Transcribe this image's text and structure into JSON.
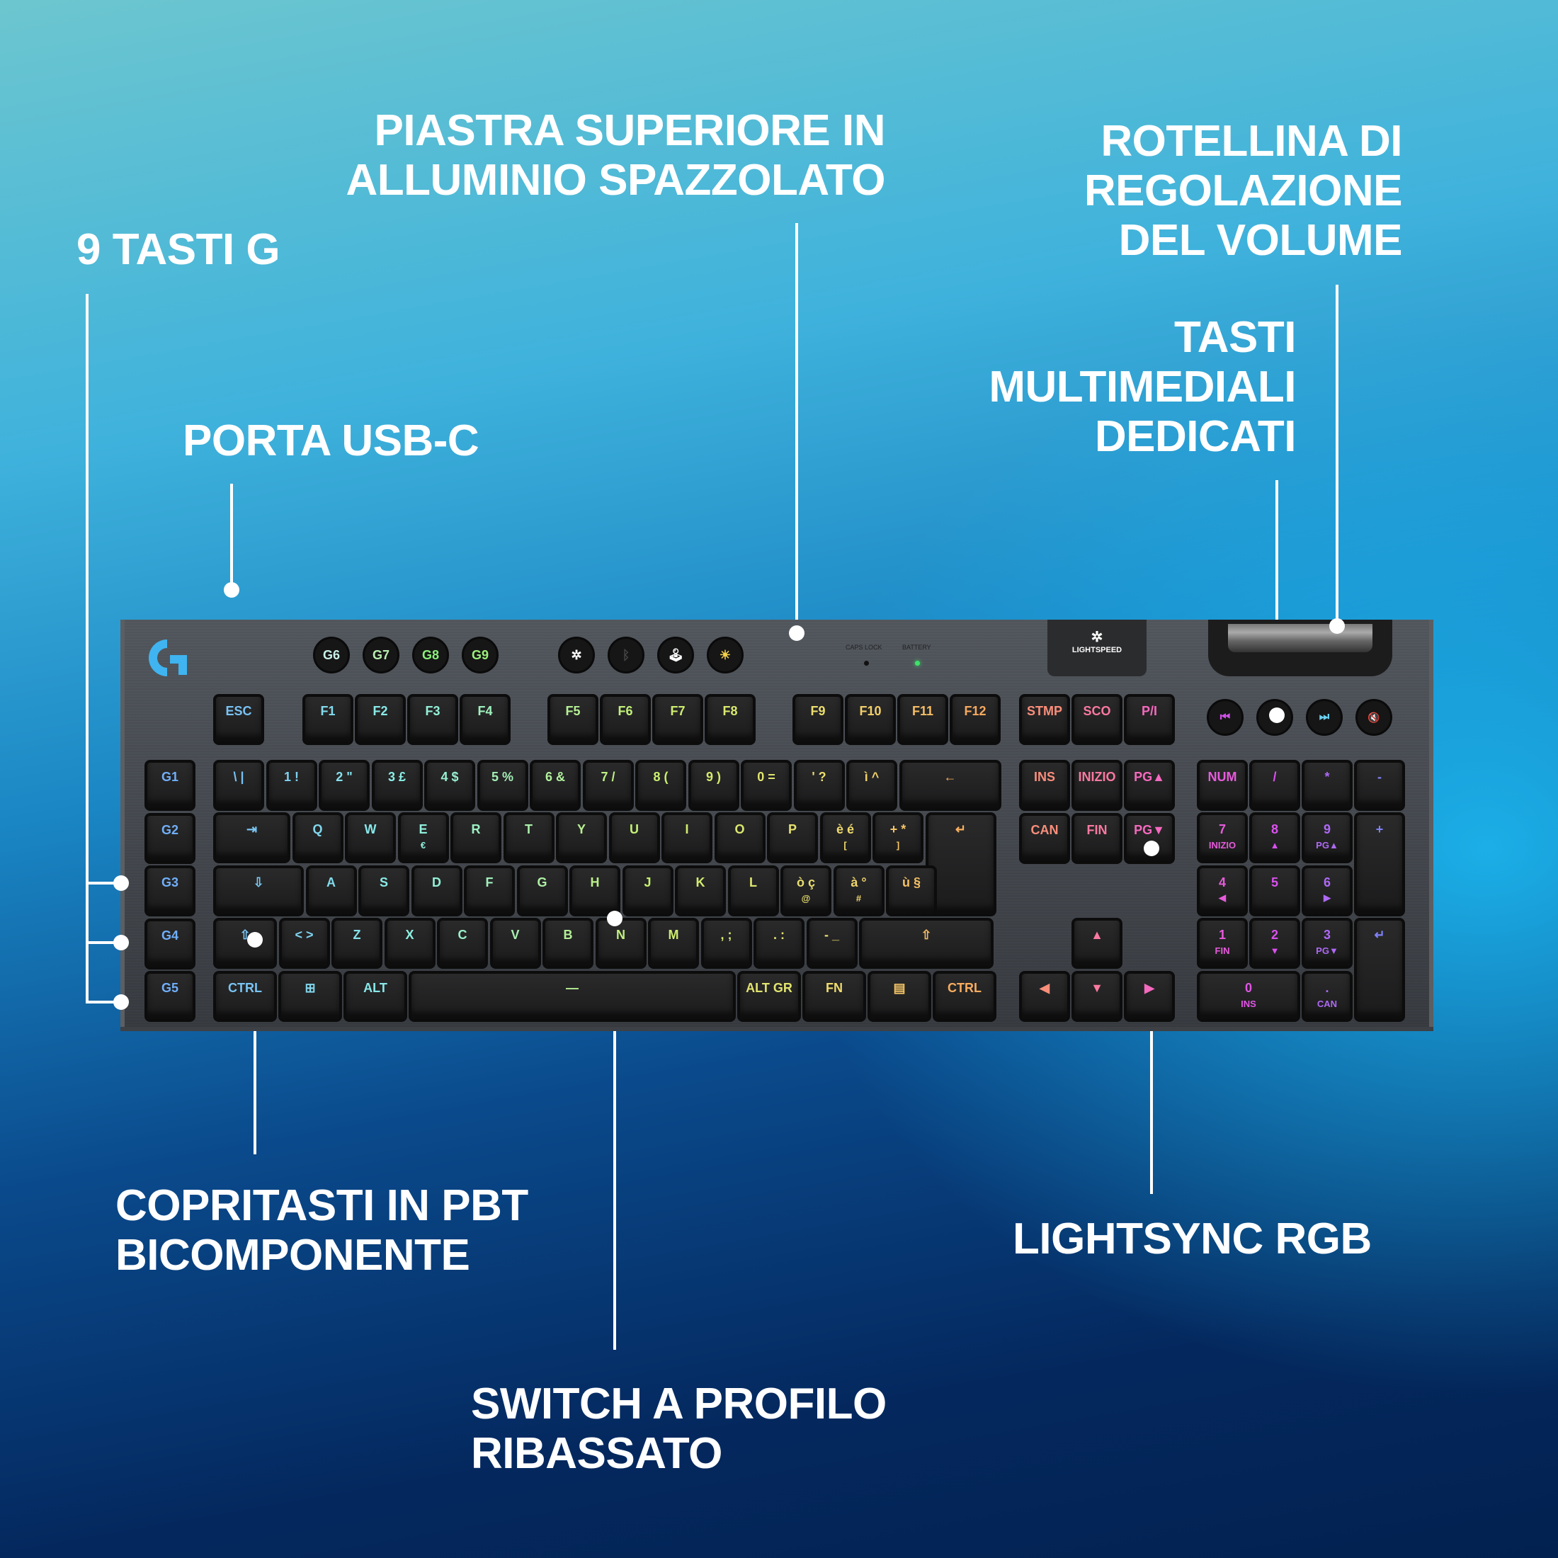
{
  "callouts": {
    "g_keys": "9 TASTI G",
    "top_plate": "PIASTRA SUPERIORE IN\nALLUMINIO SPAZZOLATO",
    "volume_wheel": "ROTELLINA DI\nREGOLAZIONE\nDEL VOLUME",
    "media_keys": "TASTI\nMULTIMEDIALI\nDEDICATI",
    "usb_port": "PORTA USB-C",
    "keycaps": "COPRITASTI IN PBT\nBICOMPONENTE",
    "switches": "SWITCH A PROFILO\nRIBASSATO",
    "rgb": "LIGHTSYNC RGB"
  },
  "colors": {
    "bg_top": "#6cc6cf",
    "bg_bottom": "#022150",
    "accent_logo": "#3fb4f0"
  },
  "keyboard": {
    "indicators": {
      "caps_lock": "CAPS LOCK",
      "battery": "BATTERY"
    },
    "wireless_badge": "LIGHTSPEED",
    "g_top": [
      "G6",
      "G7",
      "G8",
      "G9"
    ],
    "mode_buttons": [
      "lightspeed-icon",
      "bluetooth-icon",
      "game-mode-icon",
      "brightness-icon"
    ],
    "media_buttons": [
      "⏮",
      "⏯",
      "⏭",
      "🔇"
    ],
    "fn_row": [
      "ESC",
      "F1",
      "F2",
      "F3",
      "F4",
      "F5",
      "F6",
      "F7",
      "F8",
      "F9",
      "F10",
      "F11",
      "F12",
      "STMP",
      "SCO",
      "P/I"
    ],
    "g_side": [
      "G1",
      "G2",
      "G3",
      "G4",
      "G5"
    ],
    "row1": [
      "\\ |",
      "1 !",
      "2 \"",
      "3 £",
      "4 $",
      "5 %",
      "6 &",
      "7 /",
      "8 (",
      "9 )",
      "0 =",
      "' ?",
      "ì ^",
      "←"
    ],
    "row2": [
      "⇥",
      "Q",
      "W",
      "E",
      "R",
      "T",
      "Y",
      "U",
      "I",
      "O",
      "P",
      "è é",
      "+ *",
      "↵"
    ],
    "row2_sub": {
      "E": "€",
      "è é": "[",
      "+ *": "]"
    },
    "row3": [
      "⇩",
      "A",
      "S",
      "D",
      "F",
      "G",
      "H",
      "J",
      "K",
      "L",
      "ò ç",
      "à °",
      "ù §"
    ],
    "row3_sub": {
      "ò ç": "@",
      "à °": "#"
    },
    "row4": [
      "⇧",
      "< >",
      "Z",
      "X",
      "C",
      "V",
      "B",
      "N",
      "M",
      ", ;",
      ". :",
      "- _",
      "⇧"
    ],
    "row5": [
      "CTRL",
      "⊞",
      "ALT",
      "—",
      "ALT GR",
      "FN",
      "▤",
      "CTRL"
    ],
    "nav": [
      "INS",
      "INIZIO",
      "PG▲",
      "CAN",
      "FIN",
      "PG▼"
    ],
    "arrows": [
      "▲",
      "◀",
      "▼",
      "▶"
    ],
    "numpad": {
      "top": [
        "NUM",
        "/",
        "*",
        "-"
      ],
      "r2": [
        [
          "7",
          "INIZIO"
        ],
        [
          "8",
          "▲"
        ],
        [
          "9",
          "PG▲"
        ]
      ],
      "r3": [
        [
          "4",
          "◀"
        ],
        [
          "5",
          ""
        ],
        [
          "6",
          "▶"
        ]
      ],
      "r4": [
        [
          "1",
          "FIN"
        ],
        [
          "2",
          "▼"
        ],
        [
          "3",
          "PG▼"
        ]
      ],
      "r5": [
        [
          "0",
          "INS"
        ],
        [
          ".",
          "CAN"
        ]
      ],
      "plus": "+",
      "enter": "↵"
    }
  }
}
